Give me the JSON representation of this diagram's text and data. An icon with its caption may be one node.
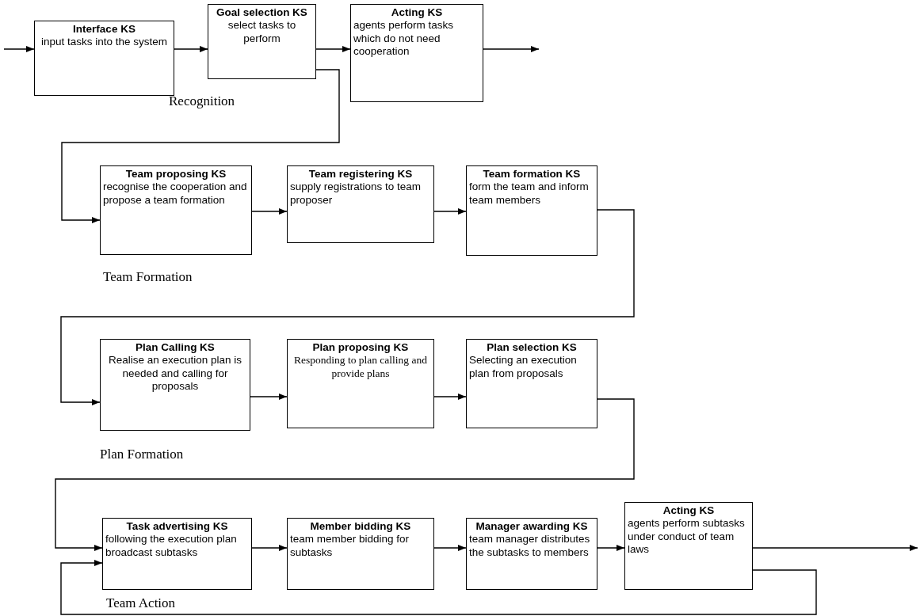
{
  "diagram": {
    "nodes": [
      {
        "text": [
          "Interface KS",
          "input tasks into the system"
        ]
      },
      {
        "text": [
          "Goal selection KS",
          "select tasks to perform"
        ]
      },
      {
        "text": [
          "Acting KS",
          "agents perform tasks which do not need cooperation"
        ]
      },
      {
        "text": [
          "Team proposing KS",
          "recognise the cooperation and propose a team formation"
        ]
      },
      {
        "text": [
          "Team registering KS",
          "supply registrations to team proposer"
        ]
      },
      {
        "text": [
          "Team formation KS",
          "form the team and inform team members"
        ]
      },
      {
        "text": [
          "Plan Calling KS",
          "Realise an execution plan is needed and calling for proposals"
        ]
      },
      {
        "text": [
          "Plan proposing KS",
          "Responding to plan calling and provide plans"
        ]
      },
      {
        "text": [
          "Plan selection KS",
          "Selecting an execution plan from proposals"
        ]
      },
      {
        "text": [
          "Task advertising KS",
          "following the execution plan broadcast subtasks"
        ]
      },
      {
        "text": [
          "Member bidding KS",
          "team member bidding for subtasks"
        ]
      },
      {
        "text": [
          "Manager awarding KS",
          "team manager distributes the subtasks to members"
        ]
      },
      {
        "text": [
          "Acting KS",
          "agents perform subtasks under conduct of team laws"
        ]
      }
    ],
    "edges": [
      {
        "from": null,
        "to": 0,
        "arrow": "to"
      },
      {
        "from": 0,
        "to": 1,
        "arrow": "to"
      },
      {
        "from": 1,
        "to": 2,
        "arrow": "to"
      },
      {
        "from": 2,
        "to": null,
        "arrow": "to"
      },
      {
        "from": 1,
        "to": 3,
        "arrow": "to"
      },
      {
        "from": 3,
        "to": 4,
        "arrow": "to"
      },
      {
        "from": 4,
        "to": 5,
        "arrow": "to"
      },
      {
        "from": 5,
        "to": 6,
        "arrow": "to"
      },
      {
        "from": 6,
        "to": 7,
        "arrow": "to"
      },
      {
        "from": 7,
        "to": 8,
        "arrow": "to"
      },
      {
        "from": 8,
        "to": 9,
        "arrow": "to"
      },
      {
        "from": 9,
        "to": 10,
        "arrow": "to"
      },
      {
        "from": 10,
        "to": 11,
        "arrow": "to"
      },
      {
        "from": 11,
        "to": 12,
        "arrow": "to"
      },
      {
        "from": 12,
        "to": null,
        "arrow": "to"
      },
      {
        "from": 12,
        "to": 9,
        "arrow": "to"
      }
    ],
    "labels": [
      "Recognition",
      "Team Formation",
      "Plan Formation",
      "Team Action"
    ]
  }
}
